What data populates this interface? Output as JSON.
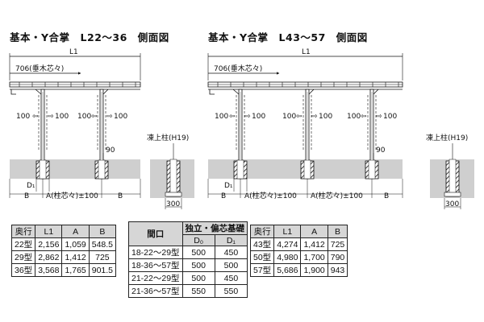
{
  "titles": {
    "left": "基本・Y合掌　L22～36　側面図",
    "right": "基本・Y合掌　L43～57　側面図"
  },
  "left_diagram": {
    "l1": "L1",
    "pitch": "706(垂木芯々)",
    "offset1_left": "100",
    "offset1_right": "100",
    "offset2_left": "100",
    "offset2_right": "100",
    "height_90": "90",
    "d1": "D₁",
    "b_left": "B",
    "a_span": "A(柱芯々)±100",
    "b_right": "B"
  },
  "right_diagram": {
    "l1": "L1",
    "pitch": "706(垂木芯々)",
    "offset1_left": "100",
    "offset1_right": "100",
    "offset2_left": "100",
    "offset2_right": "100",
    "offset3_left": "100",
    "offset3_right": "100",
    "height_90": "90",
    "d1": "D₁",
    "b_left": "B",
    "a_span1": "A(柱芯々)±100",
    "a_span2": "A(柱芯々)±100",
    "b_right": "B"
  },
  "frost_left": {
    "label": "凍上柱(H19)",
    "width": "300"
  },
  "frost_right": {
    "label": "凍上柱(H19)",
    "width": "300"
  },
  "table_left": {
    "headers": [
      "奥行",
      "L1",
      "A",
      "B"
    ],
    "rows": [
      [
        "22型",
        "2,156",
        "1,059",
        "548.5"
      ],
      [
        "29型",
        "2,862",
        "1,412",
        "725"
      ],
      [
        "36型",
        "3,568",
        "1,765",
        "901.5"
      ]
    ]
  },
  "table_mid": {
    "header_col": "間口",
    "header_group": "独立・偏芯基礎",
    "sub_d0": "D₀",
    "sub_d1": "D₁",
    "rows": [
      [
        "18-22～29型",
        "500",
        "450"
      ],
      [
        "18-36～57型",
        "500",
        "500"
      ],
      [
        "21-22～29型",
        "500",
        "450"
      ],
      [
        "21-36～57型",
        "550",
        "550"
      ]
    ]
  },
  "table_right": {
    "headers": [
      "奥行",
      "L1",
      "A",
      "B"
    ],
    "rows": [
      [
        "43型",
        "4,274",
        "1,412",
        "725"
      ],
      [
        "50型",
        "4,980",
        "1,700",
        "790"
      ],
      [
        "57型",
        "5,686",
        "1,900",
        "943"
      ]
    ]
  }
}
